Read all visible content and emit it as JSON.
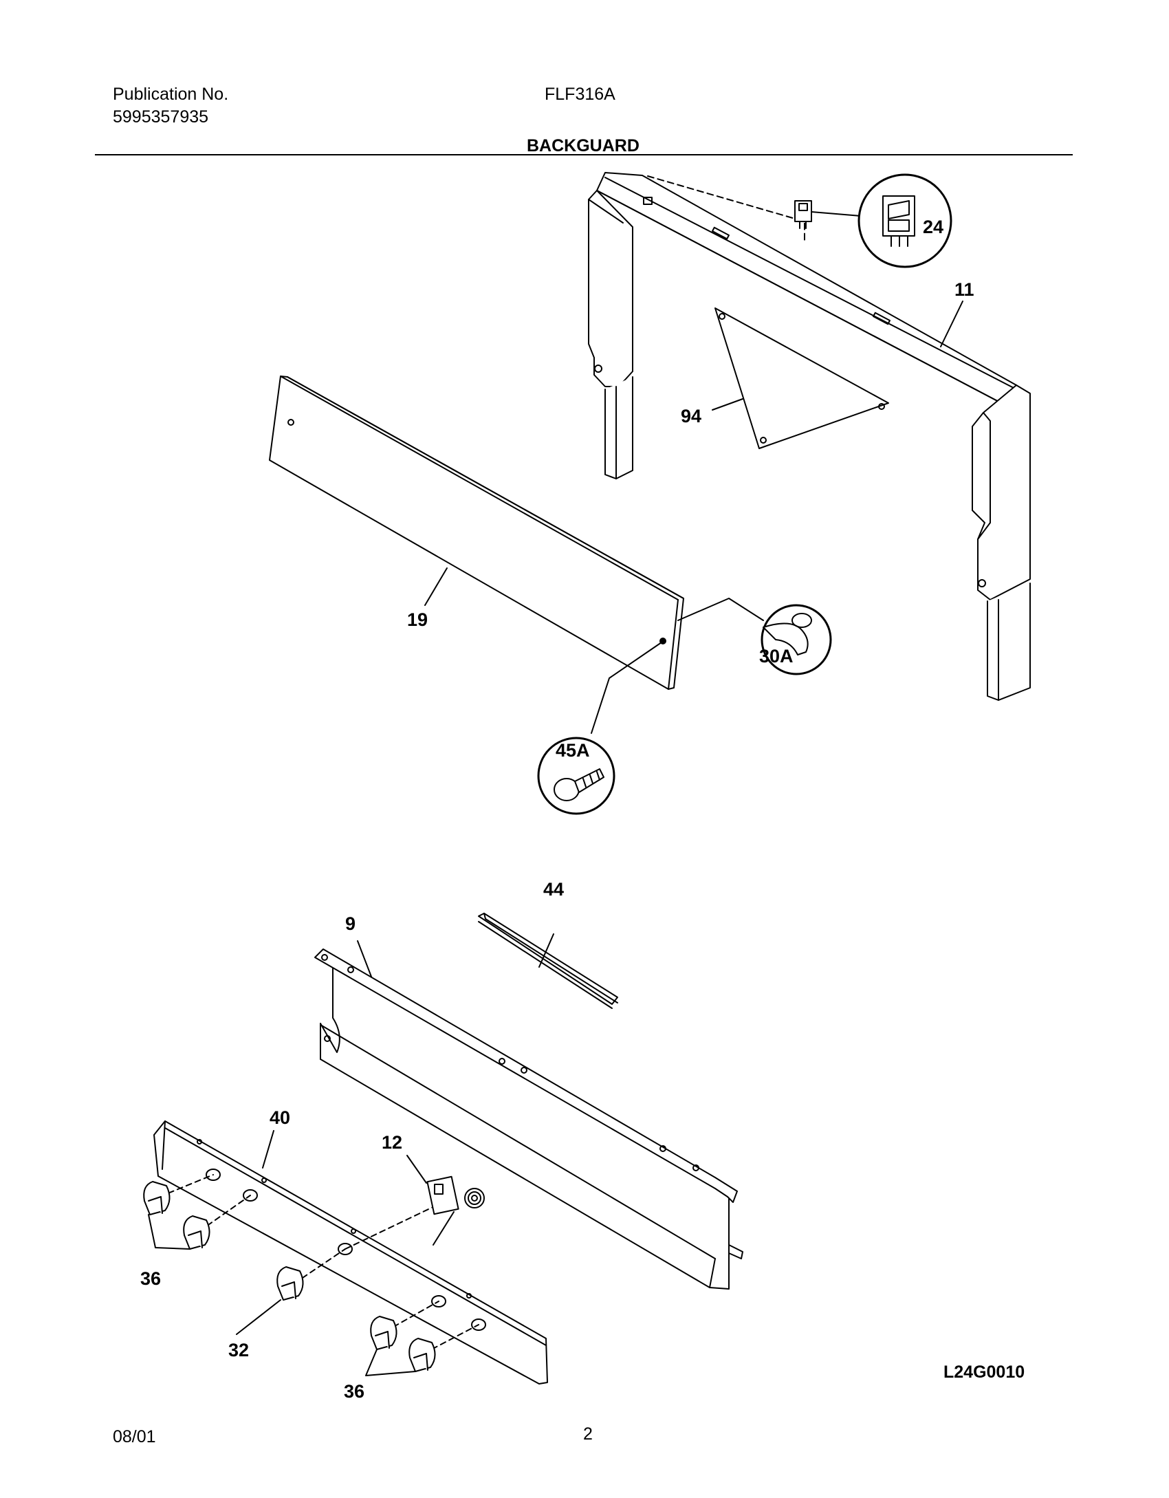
{
  "header": {
    "publication_label": "Publication No.",
    "publication_number": "5995357935",
    "model": "FLF316A",
    "section_title": "BACKGUARD"
  },
  "callouts": {
    "switch": "24",
    "backguard_frame": "11",
    "bracket": "94",
    "glass_panel": "19",
    "clip": "30A",
    "screw": "45A",
    "trim": "44",
    "manifold_panel": "9",
    "control_panel": "40",
    "thermostat": "12",
    "knobs_left": "36",
    "knob_center": "32",
    "knobs_right": "36"
  },
  "footer": {
    "diagram_code": "L24G0010",
    "date": "08/01",
    "page_number": "2"
  }
}
